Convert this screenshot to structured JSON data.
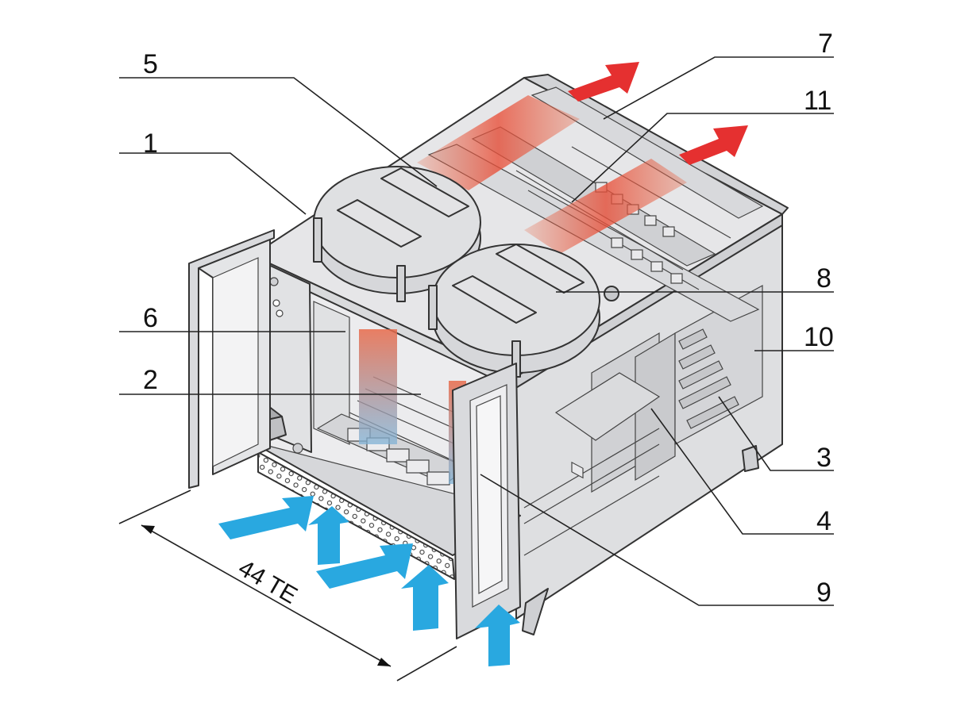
{
  "callouts": [
    {
      "id": "1",
      "label": "1"
    },
    {
      "id": "2",
      "label": "2"
    },
    {
      "id": "3",
      "label": "3"
    },
    {
      "id": "4",
      "label": "4"
    },
    {
      "id": "5",
      "label": "5"
    },
    {
      "id": "6",
      "label": "6"
    },
    {
      "id": "7",
      "label": "7"
    },
    {
      "id": "8",
      "label": "8"
    },
    {
      "id": "9",
      "label": "9"
    },
    {
      "id": "10",
      "label": "10"
    },
    {
      "id": "11",
      "label": "11"
    }
  ],
  "dimension": {
    "label": "44 TE"
  },
  "colors": {
    "housing_fill": "#e4e4e6",
    "housing_dark": "#cfd0d3",
    "outline": "#333333",
    "intake_arrow": "#29a8e0",
    "exhaust_arrow": "#e53030",
    "warm_gradient": "#e86a4a",
    "cool_gradient": "#7fb2d6"
  },
  "icons": {
    "intake": "arrow-up-blue-icon",
    "exhaust": "arrow-up-red-icon",
    "fan": "fan-unit-icon"
  }
}
